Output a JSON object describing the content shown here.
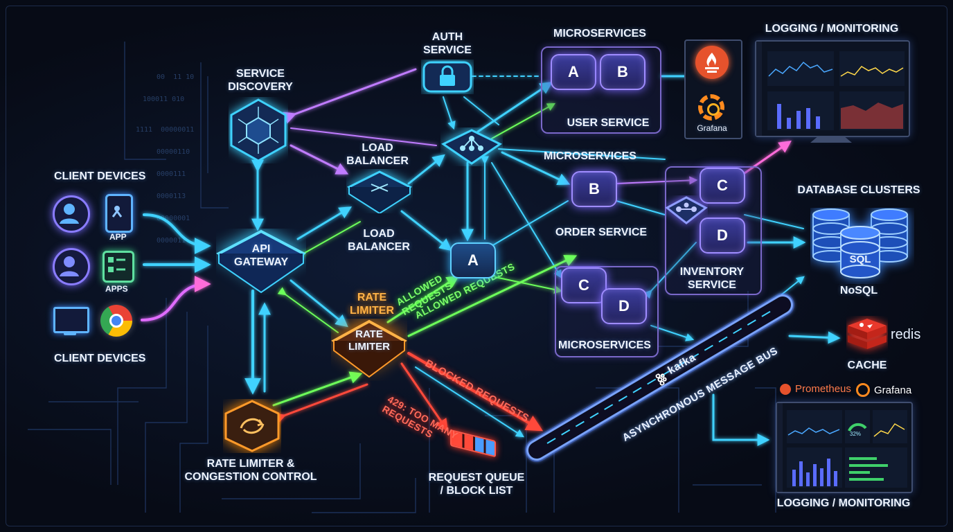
{
  "colors": {
    "cyan": "#3fd2ff",
    "blue": "#3b7cff",
    "purple": "#b57cff",
    "pink": "#e06cff",
    "green": "#6dff5a",
    "red": "#ff4a3a",
    "orange": "#ff9a2a",
    "background": "#070b16"
  },
  "clients": {
    "title_top": "CLIENT DEVICES",
    "title_bottom": "CLIENT DEVICES",
    "app_label": "APP",
    "apps_label": "APPS"
  },
  "nodes": {
    "service_discovery": "SERVICE\nDISCOVERY",
    "auth_service": "AUTH\nSERVICE",
    "load_balancer_top": "LOAD\nBALANCER",
    "load_balancer_bottom": "LOAD\nBALANCER",
    "api_gateway": "API\nGATEWAY",
    "rate_limiter_title": "RATE\nLIMITER",
    "rate_limiter_chip": "RATE\nLIMITER",
    "rate_limiter_congestion": "RATE LIMITER &\nCONGESTION CONTROL",
    "request_queue": "REQUEST QUEUE\n/ BLOCK LIST"
  },
  "flows": {
    "allowed_1": "ALLOWED\nREQUESTS",
    "allowed_2": "ALLOWED REQUESTS",
    "blocked": "BLOCKED REQUESTS",
    "too_many": "429: TOO MANY\nREQUESTS"
  },
  "microservices": {
    "top_title": "MICROSERVICES",
    "user_service": "USER SERVICE",
    "mid_title": "MICROSERVICES",
    "order_service": "ORDER SERVICE",
    "bottom_title": "MICROSERVICES",
    "inventory_service": "INVENTORY\nSERVICE",
    "tiles": {
      "a_top": "A",
      "b_top": "B",
      "b_mid": "B",
      "a_mid": "A",
      "c_low": "C",
      "d_low": "D",
      "c_inv": "C",
      "d_inv": "D"
    }
  },
  "monitoring": {
    "title_top": "LOGGING / MONITORING",
    "title_bottom": "LOGGING / MONITORING",
    "grafana_label": "Grafana",
    "prometheus_brand": "Prometheus",
    "grafana_brand": "Grafana",
    "gauge_value": "32%"
  },
  "data": {
    "db_title": "DATABASE CLUSTERS",
    "sql_label": "SQL",
    "nosql_label": "NoSQL",
    "redis_label": "redis",
    "cache_label": "CACHE"
  },
  "bus": {
    "kafka_label": "kafka",
    "message_bus": "ASYNCHRONOUS MESSAGE BUS"
  },
  "binary_text": [
    "00  11 10",
    "100011 010",
    "1111  00000011",
    "00000110",
    "0000111",
    "0000113",
    "00000001",
    "0000011"
  ]
}
